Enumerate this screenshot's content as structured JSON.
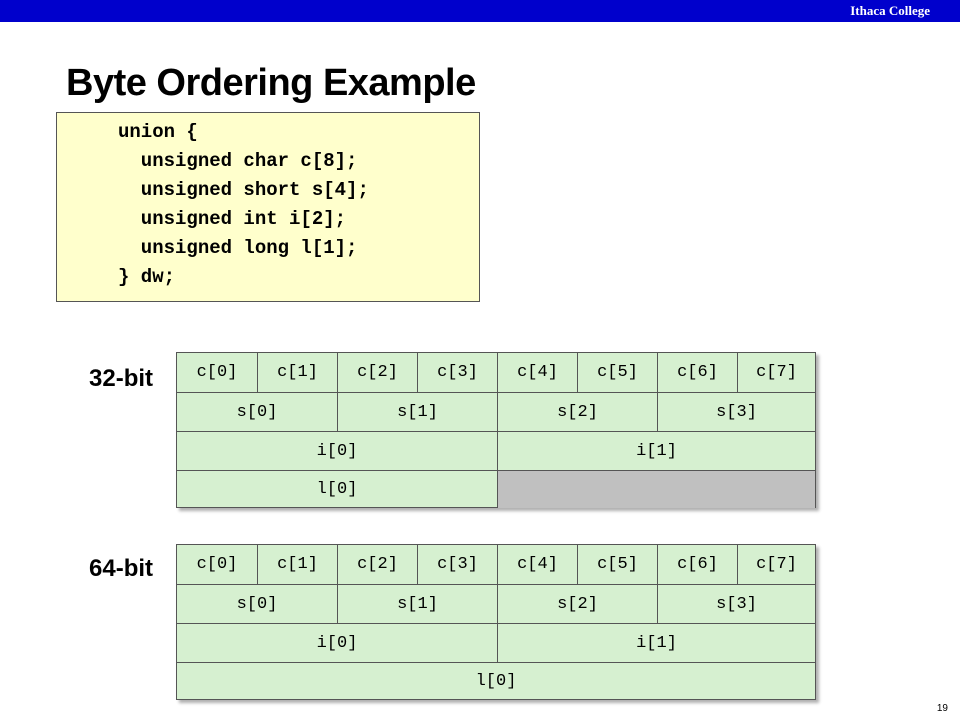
{
  "header": {
    "org": "Ithaca College"
  },
  "slide": {
    "title": "Byte Ordering Example",
    "page_number": "19"
  },
  "code": {
    "lines": [
      "union {",
      "  unsigned char c[8];",
      "  unsigned short s[4];",
      "  unsigned int i[2];",
      "  unsigned long l[1];",
      "} dw;"
    ]
  },
  "diagram32": {
    "label": "32-bit",
    "chars": [
      "c[0]",
      "c[1]",
      "c[2]",
      "c[3]",
      "c[4]",
      "c[5]",
      "c[6]",
      "c[7]"
    ],
    "shorts": [
      "s[0]",
      "s[1]",
      "s[2]",
      "s[3]"
    ],
    "ints": [
      "i[0]",
      "i[1]"
    ],
    "longs": [
      "l[0]"
    ]
  },
  "diagram64": {
    "label": "64-bit",
    "chars": [
      "c[0]",
      "c[1]",
      "c[2]",
      "c[3]",
      "c[4]",
      "c[5]",
      "c[6]",
      "c[7]"
    ],
    "shorts": [
      "s[0]",
      "s[1]",
      "s[2]",
      "s[3]"
    ],
    "ints": [
      "i[0]",
      "i[1]"
    ],
    "longs": [
      "l[0]"
    ]
  },
  "colors": {
    "header_bar": "#0000cc",
    "code_background": "#ffffcc",
    "cell_background": "#d6f0d0",
    "unused_cell": "#c0c0c0"
  }
}
